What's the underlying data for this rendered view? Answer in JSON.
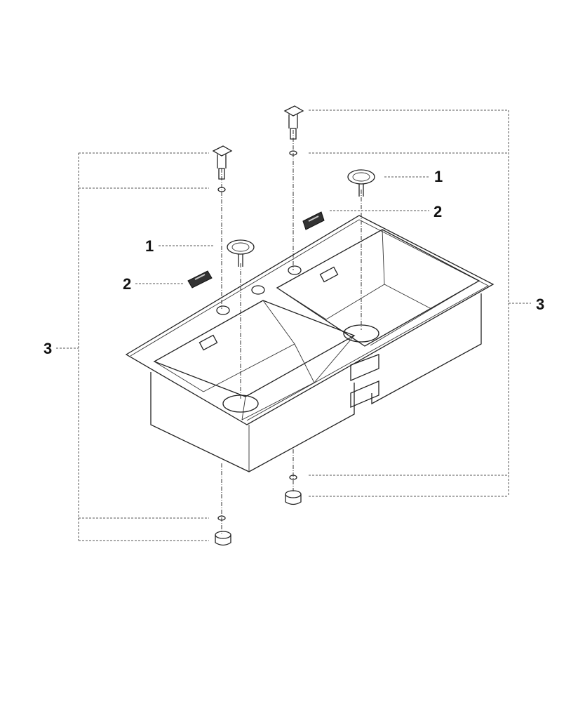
{
  "callouts": {
    "strainer_left": "1",
    "strainer_right": "1",
    "cover_left": "2",
    "cover_right": "2",
    "drain_set_left": "3",
    "drain_set_right": "3"
  }
}
